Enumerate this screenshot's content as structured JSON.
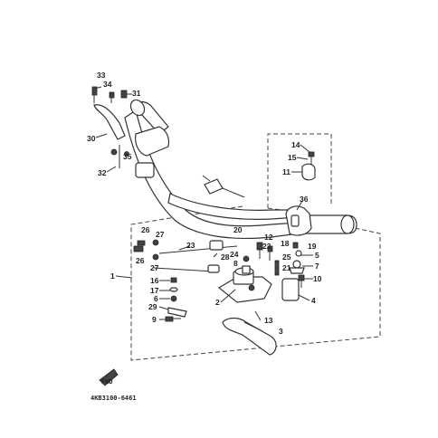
{
  "diagram": {
    "drawing_code": "4KB3100-6461",
    "fwd_mark": "FWD",
    "callouts": {
      "c33": "33",
      "c34": "34",
      "c31": "31",
      "c30": "30",
      "c35": "35",
      "c32": "32",
      "c14": "14",
      "c15": "15",
      "c11": "11",
      "c36": "36",
      "c20": "20",
      "c26a": "26",
      "c27a": "27",
      "c23": "23",
      "c28": "28",
      "c26b": "26",
      "c27b": "27",
      "c22": "22",
      "c12": "12",
      "c18": "18",
      "c19": "19",
      "c24": "24",
      "c25": "25",
      "c5": "5",
      "c8": "8",
      "c21": "21",
      "c7": "7",
      "c10": "10",
      "c1": "1",
      "c16": "16",
      "c17": "17",
      "c6": "6",
      "c29": "29",
      "c2": "2",
      "c4": "4",
      "c9": "9",
      "c13": "13",
      "c3": "3"
    }
  }
}
